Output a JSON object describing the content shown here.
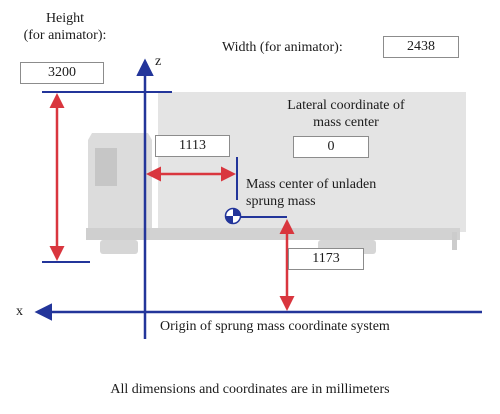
{
  "height": {
    "title_line1": "Height",
    "title_line2": "(for animator):",
    "value": "3200"
  },
  "width": {
    "label": "Width (for animator):",
    "value": "2438"
  },
  "axes": {
    "z_label": "z",
    "x_label": "x"
  },
  "lateral": {
    "label_line1": "Lateral coordinate of",
    "label_line2": "mass center",
    "value": "0"
  },
  "offset_x": {
    "value": "1113"
  },
  "mass_center": {
    "label_line1": "Mass center of unladen",
    "label_line2": "sprung mass"
  },
  "offset_z": {
    "value": "1173"
  },
  "origin_label": "Origin of sprung mass coordinate system",
  "footer_note": "All dimensions and coordinates are in millimeters",
  "colors": {
    "axis_blue": "#23359a",
    "dimension_red": "#d9363e",
    "truck_gray": "#e3e3e3",
    "truck_dark": "#c9c9c9"
  }
}
